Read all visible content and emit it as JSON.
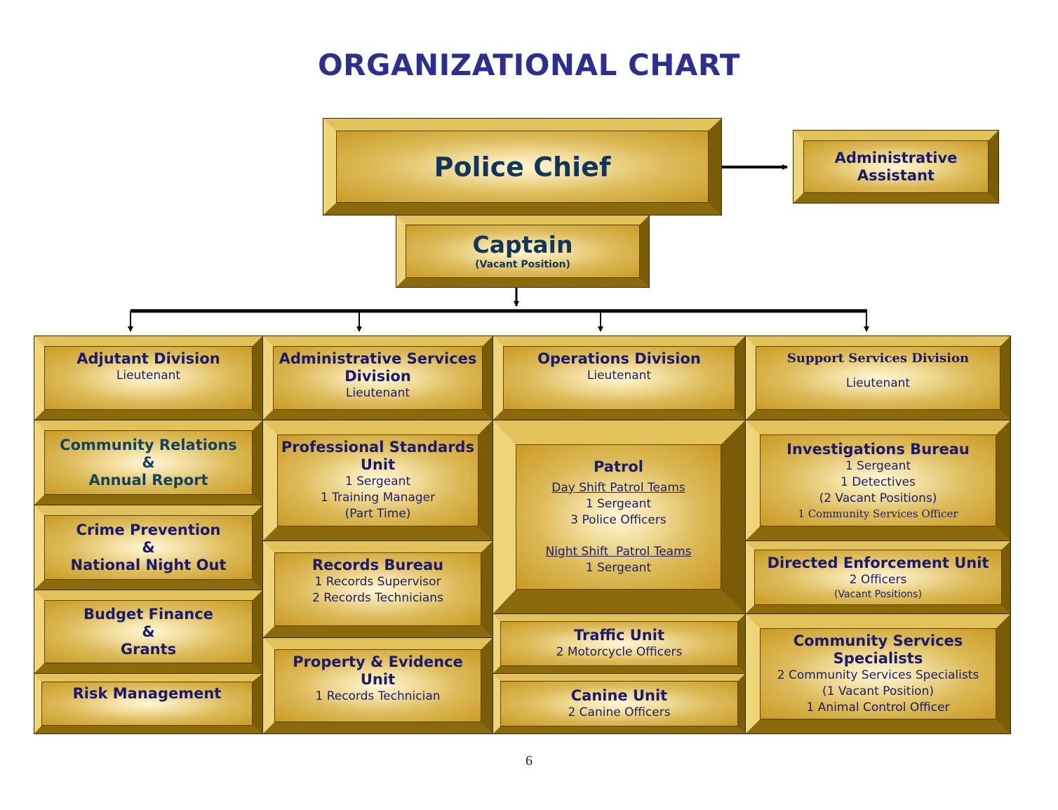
{
  "title": "ORGANIZATIONAL CHART",
  "page_number": "6",
  "chief": {
    "label": "Police Chief"
  },
  "assistant": {
    "line1": "Administrative",
    "line2": "Assistant"
  },
  "captain": {
    "label": "Captain",
    "note": "(Vacant Position)"
  },
  "adjutant": {
    "head": {
      "title": "Adjutant Division",
      "rank": "Lieutenant"
    },
    "community": {
      "l1": "Community Relations",
      "l2": "&",
      "l3": "Annual Report"
    },
    "crime": {
      "l1": "Crime Prevention",
      "l2": "&",
      "l3": "National Night Out"
    },
    "budget": {
      "l1": "Budget Finance",
      "l2": "&",
      "l3": "Grants"
    },
    "risk": {
      "l1": "Risk Management"
    }
  },
  "admin_services": {
    "head": {
      "l1": "Administrative Services",
      "l2": "Division",
      "rank": "Lieutenant"
    },
    "standards": {
      "l1": "Professional Standards",
      "l2": "Unit",
      "s1": "1 Sergeant",
      "s2": "1 Training Manager",
      "s3": "(Part Time)"
    },
    "records": {
      "l1": "Records Bureau",
      "s1": "1 Records Supervisor",
      "s2": "2 Records Technicians"
    },
    "property": {
      "l1": "Property & Evidence Unit",
      "s1": "1 Records Technician"
    }
  },
  "operations": {
    "head": {
      "title": "Operations Division",
      "rank": "Lieutenant"
    },
    "patrol": {
      "title": "Patrol",
      "day": "Day Shift Patrol Teams",
      "day_s1": "1 Sergeant",
      "day_s2": "3 Police Officers",
      "night": "Night Shift  Patrol Teams",
      "night_s1": "1 Sergeant"
    },
    "traffic": {
      "l1": "Traffic Unit",
      "s1": "2 Motorcycle Officers"
    },
    "canine": {
      "l1": "Canine Unit",
      "s1": "2 Canine Officers"
    }
  },
  "support": {
    "head": {
      "title": "Support Services Division",
      "rank": "Lieutenant"
    },
    "investigations": {
      "l1": "Investigations Bureau",
      "s1": "1 Sergeant",
      "s2": "1 Detectives",
      "s3": "(2 Vacant Positions)",
      "s4": "1 Community Services Officer"
    },
    "directed": {
      "l1": "Directed Enforcement Unit",
      "s1": "2 Officers",
      "s2": "(Vacant Positions)"
    },
    "csspec": {
      "l1": "Community Services",
      "l2": "Specialists",
      "s1": "2 Community Services Specialists",
      "s2": "(1 Vacant Position)",
      "s3": "1 Animal Control Officer"
    }
  }
}
